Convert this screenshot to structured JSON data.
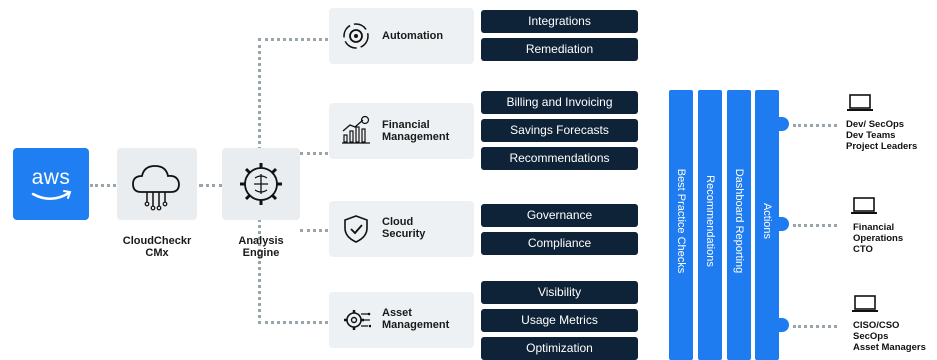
{
  "source": {
    "logo_text": "aws"
  },
  "nodes": {
    "cloudcheckr": {
      "line1": "CloudCheckr",
      "line2": "CMx"
    },
    "analysis": {
      "line1": "Analysis",
      "line2": "Engine"
    }
  },
  "categories": [
    {
      "line1": "Automation",
      "line2": "",
      "items": [
        "Integrations",
        "Remediation"
      ]
    },
    {
      "line1": "Financial",
      "line2": "Management",
      "items": [
        "Billing and Invoicing",
        "Savings Forecasts",
        "Recommendations"
      ]
    },
    {
      "line1": "Cloud",
      "line2": "Security",
      "items": [
        "Governance",
        "Compliance"
      ]
    },
    {
      "line1": "Asset",
      "line2": "Management",
      "items": [
        "Visibility",
        "Usage Metrics",
        "Optimization"
      ]
    }
  ],
  "bars": [
    "Best Practice Checks",
    "Recommendations",
    "Dashboard Reporting",
    "Actions"
  ],
  "audiences": [
    {
      "lines": [
        "Dev/ SecOps",
        "Dev Teams",
        "Project Leaders"
      ]
    },
    {
      "lines": [
        "Financial",
        "Operations",
        "CTO"
      ]
    },
    {
      "lines": [
        "CISO/CSO",
        "SecOps",
        "Asset Managers"
      ]
    }
  ],
  "colors": {
    "accent_blue": "#1f7bf0",
    "navy": "#0f2338",
    "tile_gray": "#e9edf0"
  },
  "icons": [
    "aws-logo",
    "cloud-circuit-icon",
    "gear-brain-icon",
    "gear-cycle-icon",
    "bar-chart-dollar-icon",
    "shield-check-icon",
    "gear-circuit-icon",
    "laptop-icon"
  ]
}
